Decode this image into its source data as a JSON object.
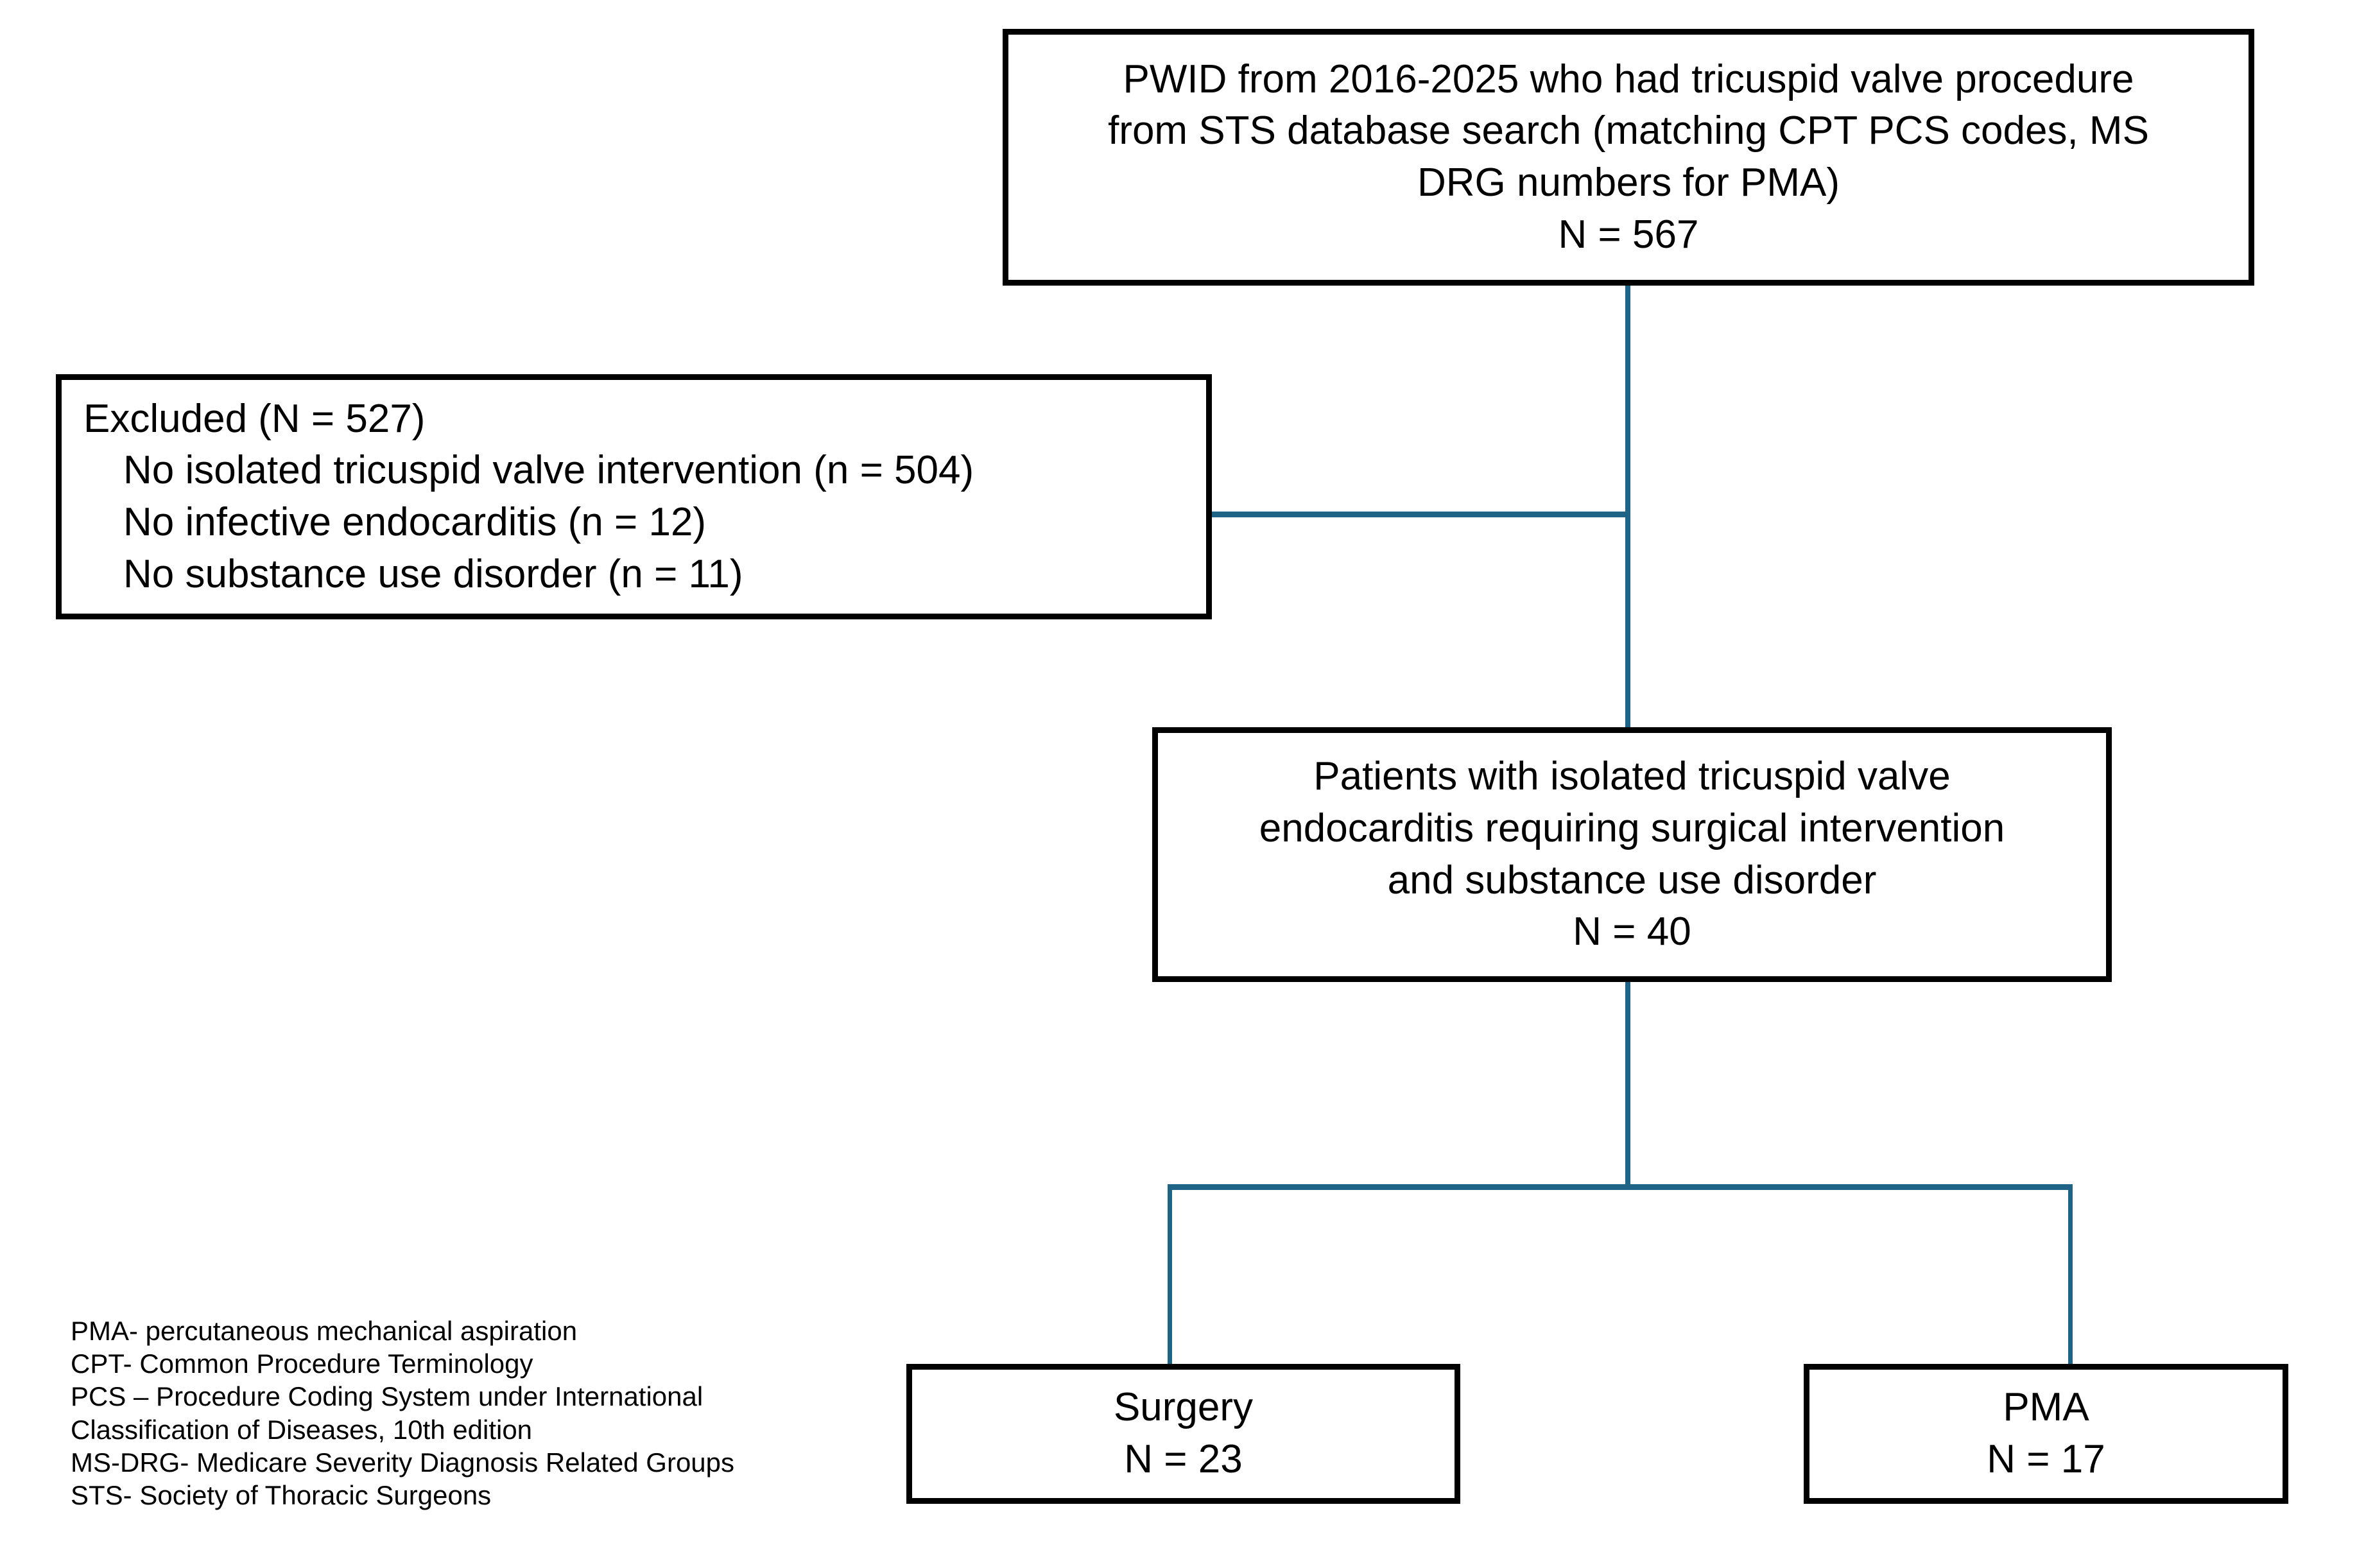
{
  "figure": {
    "type": "flowchart",
    "title": "Patient selection flow diagram",
    "accent_color": "#1F6386",
    "box_border_color": "#000000",
    "background_color": "#FFFFFF"
  },
  "nodes": {
    "source": {
      "lines": [
        "PWID from 2016-2025 who had tricuspid valve procedure",
        "from STS database search (matching CPT PCS codes, MS",
        "DRG numbers for PMA)",
        "N = 567"
      ],
      "count_label": "N = 567",
      "count": 567
    },
    "excluded": {
      "heading": "Excluded (N = 527)",
      "total": 527,
      "reasons": [
        {
          "label": "No isolated tricuspid valve intervention (n = 504)",
          "n": 504
        },
        {
          "label": "No infective endocarditis (n = 12)",
          "n": 12
        },
        {
          "label": "No substance use disorder (n = 11)",
          "n": 11
        }
      ]
    },
    "included": {
      "lines": [
        "Patients with isolated tricuspid valve",
        "endocarditis requiring surgical intervention",
        "and substance use disorder",
        "N = 40"
      ],
      "count_label": "N = 40",
      "count": 40
    },
    "surgery": {
      "label": "Surgery",
      "count_label": "N = 23",
      "count": 23
    },
    "pma": {
      "label": "PMA",
      "count_label": "N = 17",
      "count": 17
    }
  },
  "legend": {
    "lines": [
      "PMA- percutaneous mechanical aspiration",
      "CPT- Common Procedure Terminology",
      "PCS – Procedure Coding System under International",
      "Classification of Diseases, 10th edition",
      "MS-DRG- Medicare Severity Diagnosis Related Groups",
      "STS- Society of Thoracic Surgeons"
    ]
  }
}
